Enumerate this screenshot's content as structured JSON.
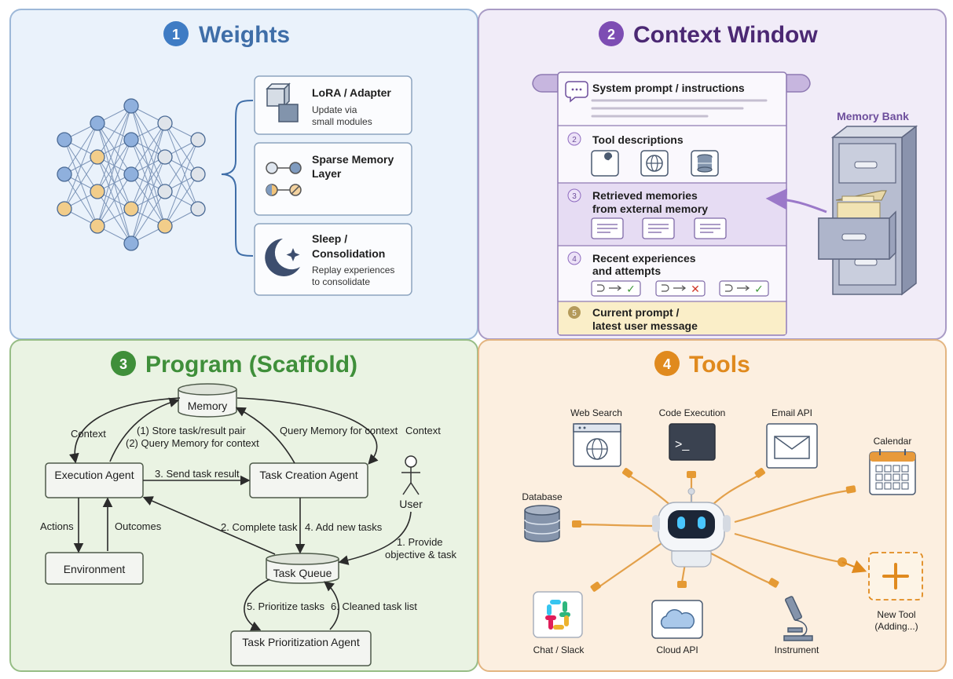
{
  "weights": {
    "number": "1",
    "title": "Weights",
    "cards": [
      {
        "title": [
          "LoRA / Adapter"
        ],
        "desc": [
          "Update via",
          "small modules"
        ],
        "icon": "cube-icon"
      },
      {
        "title": [
          "Sparse Memory",
          "Layer"
        ],
        "desc": [],
        "icon": "sparse-nodes-icon"
      },
      {
        "title": [
          "Sleep /",
          "Consolidation"
        ],
        "desc": [
          "Replay experiences",
          "to consolidate"
        ],
        "icon": "moon-icon"
      }
    ]
  },
  "context": {
    "number": "2",
    "title": "Context Window",
    "memory_bank": "Memory Bank",
    "sections": [
      {
        "num": "",
        "title": [
          "System prompt / instructions"
        ]
      },
      {
        "num": "2",
        "title": [
          "Tool descriptions"
        ]
      },
      {
        "num": "3",
        "title": [
          "Retrieved memories",
          "from external memory"
        ]
      },
      {
        "num": "4",
        "title": [
          "Recent experiences",
          "and attempts"
        ]
      },
      {
        "num": "5",
        "title": [
          "Current prompt /",
          "latest user message"
        ]
      }
    ],
    "attempts": [
      "✓",
      "✕",
      "✓"
    ]
  },
  "program": {
    "number": "3",
    "title": "Program (Scaffold)",
    "nodes": {
      "memory": "Memory",
      "execution": "Execution Agent",
      "task_creation": "Task Creation Agent",
      "environment": "Environment",
      "task_queue": "Task Queue",
      "task_prioritization": "Task Prioritization Agent",
      "user": "User"
    },
    "labels": {
      "context_left": "Context",
      "store": [
        "(1) Store task/result pair",
        "(2) Query Memory for context"
      ],
      "query_memory": "Query Memory for context",
      "context_right": "Context",
      "send_result": "3. Send task result",
      "actions": "Actions",
      "outcomes": "Outcomes",
      "complete_task": "2. Complete task",
      "add_tasks": "4. Add new tasks",
      "provide": [
        "1. Provide",
        "objective & task"
      ],
      "prioritize": "5. Prioritize tasks",
      "cleaned": "6. Cleaned task list"
    }
  },
  "tools": {
    "number": "4",
    "title": "Tools",
    "items": {
      "web_search": "Web Search",
      "code_execution": "Code Execution",
      "email_api": "Email API",
      "calendar": "Calendar",
      "database": "Database",
      "chat": "Chat / Slack",
      "cloud": "Cloud API",
      "instrument": "Instrument",
      "new_tool": [
        "New Tool",
        "(Adding...)"
      ]
    },
    "terminal_prompt": ">_"
  },
  "colors": {
    "blue": "#3f7cc4",
    "purple": "#6d3a9c",
    "green": "#3f8f3a",
    "orange": "#e08a1e"
  }
}
